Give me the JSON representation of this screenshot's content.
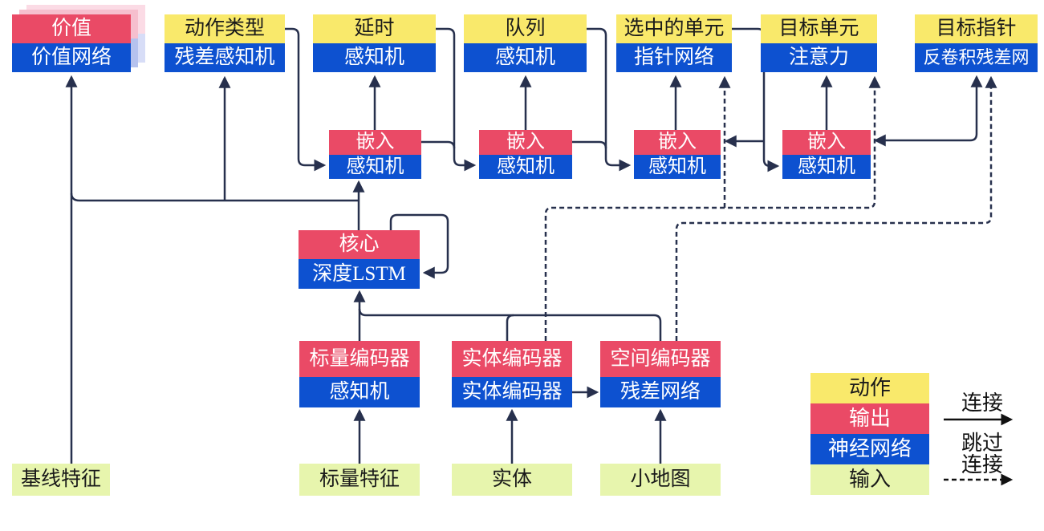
{
  "boxes": {
    "value": {
      "header": "价值",
      "body": "价值网络"
    },
    "action_type": {
      "header": "动作类型",
      "body": "残差感知机"
    },
    "delay": {
      "header": "延时",
      "body": "感知机"
    },
    "queue": {
      "header": "队列",
      "body": "感知机"
    },
    "selected_units": {
      "header": "选中的单元",
      "body": "指针网络"
    },
    "target_unit": {
      "header": "目标单元",
      "body": "注意力"
    },
    "target_point": {
      "header": "目标指针",
      "body": "反卷积残差网"
    },
    "embed1": {
      "header": "嵌入",
      "body": "感知机"
    },
    "embed2": {
      "header": "嵌入",
      "body": "感知机"
    },
    "embed3": {
      "header": "嵌入",
      "body": "感知机"
    },
    "embed4": {
      "header": "嵌入",
      "body": "感知机"
    },
    "core": {
      "header": "核心",
      "body": "深度LSTM"
    },
    "scalar_encoder": {
      "header": "标量编码器",
      "body": "感知机"
    },
    "entity_encoder": {
      "header": "实体编码器",
      "body": "实体编码器"
    },
    "spatial_encoder": {
      "header": "空间编码器",
      "body": "残差网络"
    }
  },
  "inputs": {
    "baseline": "基线特征",
    "scalar": "标量特征",
    "entity": "实体",
    "minimap": "小地图"
  },
  "legend": {
    "action": "动作",
    "output": "输出",
    "network": "神经网络",
    "input": "输入",
    "connection": "连接",
    "skip_line1": "跳过",
    "skip_line2": "连接"
  },
  "colors": {
    "action_yellow": "#F9E96B",
    "output_red": "#EA4A66",
    "network_blue": "#0D51D0",
    "input_green": "#E7F5AD",
    "connector_navy": "#27304D",
    "legend_arrow_black": "#111111",
    "ghost_pink_near": "#F6BFCE",
    "ghost_pink_far": "#FBDBE5",
    "ghost_blue_near": "#B5C2EE",
    "ghost_blue_far": "#D7DDF7"
  }
}
